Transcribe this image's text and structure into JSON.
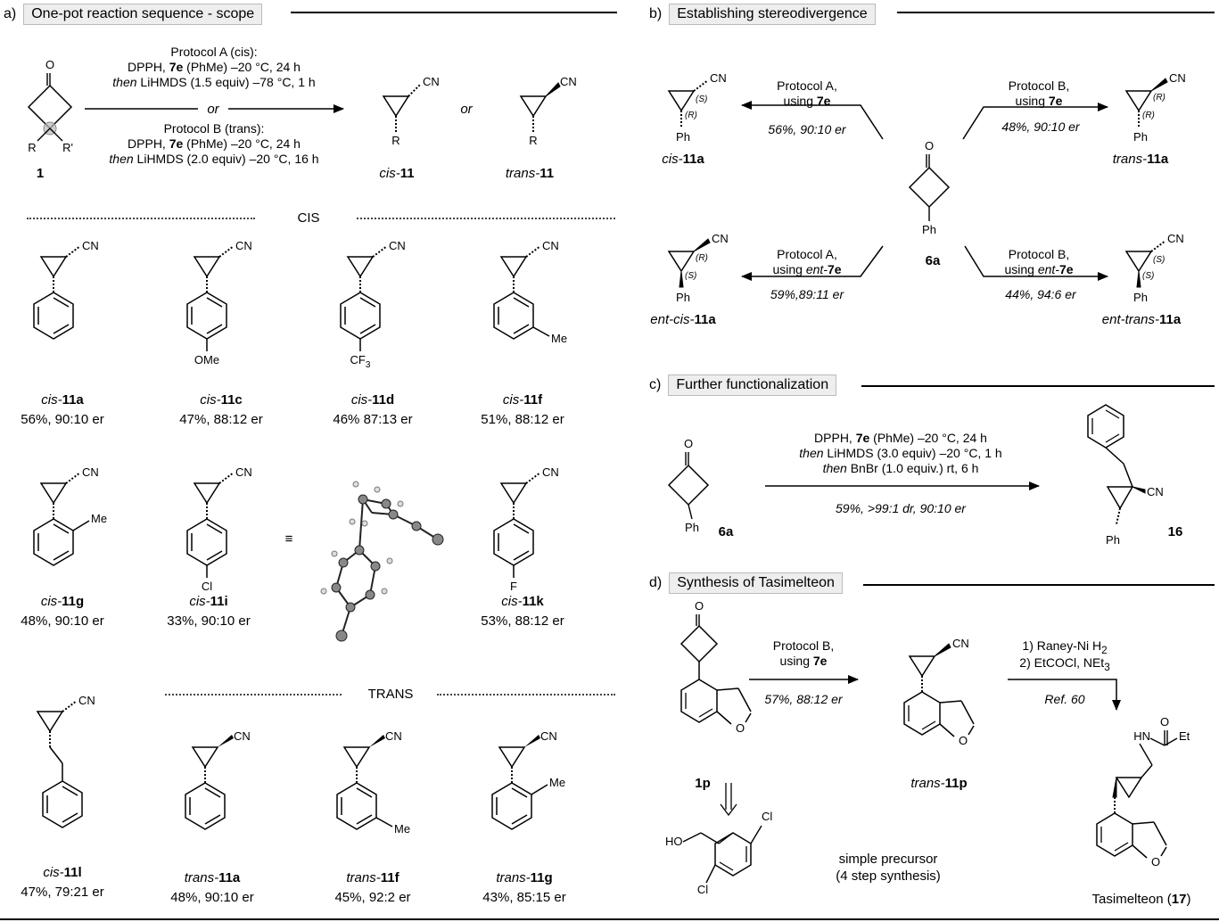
{
  "panel_a": {
    "letter": "a)",
    "title": "One-pot reaction sequence - scope",
    "protocol_a": {
      "title": "Protocol A (cis):",
      "line1_pre": "DPPH, ",
      "line1_bold": "7e",
      "line1_post": " (PhMe) –20 °C, 24 h",
      "line2_it": "then",
      "line2_post": " LiHMDS (1.5 equiv) –78 °C, 1 h"
    },
    "or": "or",
    "protocol_b": {
      "title": "Protocol B (trans):",
      "line1_pre": "DPPH, ",
      "line1_bold": "7e",
      "line1_post": " (PhMe) –20 °C, 24 h",
      "line2_it": "then",
      "line2_post": " LiHMDS (2.0 equiv) –20 °C, 16 h"
    },
    "start_label": "1",
    "cis_label_pre": "cis-",
    "cis_label_num": "11",
    "trans_label_pre": "trans-",
    "trans_label_num": "11",
    "cis_header": "CIS",
    "trans_header": "TRANS",
    "compounds": [
      {
        "pre": "cis-",
        "num": "11a",
        "yield": "56%, 90:10 er"
      },
      {
        "pre": "cis-",
        "num": "11c",
        "yield": "47%, 88:12 er"
      },
      {
        "pre": "cis-",
        "num": "11d",
        "yield": "46% 87:13 er"
      },
      {
        "pre": "cis-",
        "num": "11f",
        "yield": "51%, 88:12 er"
      },
      {
        "pre": "cis-",
        "num": "11g",
        "yield": "48%, 90:10 er"
      },
      {
        "pre": "cis-",
        "num": "11i",
        "yield": "33%, 90:10 er"
      },
      {
        "pre": "cis-",
        "num": "11k",
        "yield": "53%, 88:12 er"
      },
      {
        "pre": "cis-",
        "num": "11l",
        "yield": "47%, 79:21 er"
      },
      {
        "pre": "trans-",
        "num": "11a",
        "yield": "48%, 90:10 er"
      },
      {
        "pre": "trans-",
        "num": "11f",
        "yield": "45%, 92:2 er"
      },
      {
        "pre": "trans-",
        "num": "11g",
        "yield": "43%, 85:15 er"
      }
    ],
    "equiv_symbol": "≡"
  },
  "panel_b": {
    "letter": "b)",
    "title": "Establishing stereodivergence",
    "center_label": "6a",
    "arrows": [
      {
        "l1": "Protocol A,",
        "l2_pre": "using ",
        "l2_b": "7e",
        "l2_it": "",
        "res": "56%, 90:10 er"
      },
      {
        "l1": "Protocol B,",
        "l2_pre": "using ",
        "l2_b": "7e",
        "l2_it": "",
        "res": "48%, 90:10 er"
      },
      {
        "l1": "Protocol A,",
        "l2_pre": "using ",
        "l2_b": "7e",
        "l2_it": "ent-",
        "res": "59%,89:11 er"
      },
      {
        "l1": "Protocol B,",
        "l2_pre": "using ",
        "l2_b": "7e",
        "l2_it": "ent-",
        "res": "44%, 94:6 er"
      }
    ],
    "products": [
      {
        "pre": "cis-",
        "num": "11a"
      },
      {
        "pre": "trans-",
        "num": "11a"
      },
      {
        "pre": "ent-cis-",
        "num": "11a"
      },
      {
        "pre": "ent-trans-",
        "num": "11a"
      }
    ]
  },
  "panel_c": {
    "letter": "c)",
    "title": "Further functionalization",
    "line1_pre": "DPPH, ",
    "line1_b": "7e",
    "line1_post": " (PhMe) –20 °C, 24 h",
    "line2_it": "then",
    "line2_post": " LiHMDS (3.0 equiv) –20 °C, 1 h",
    "line3_it": "then",
    "line3_post": " BnBr (1.0 equiv.) rt, 6 h",
    "result": "59%, >99:1 dr, 90:10 er",
    "start_label": "6a",
    "product_label": "16"
  },
  "panel_d": {
    "letter": "d)",
    "title": "Synthesis of Tasimelteon",
    "step1_l1": "Protocol B,",
    "step1_l2_pre": "using ",
    "step1_l2_b": "7e",
    "step1_res": "57%, 88:12 er",
    "step2_l1": "1) Raney-Ni H",
    "step2_l1_sub": "2",
    "step2_l2": "2) EtCOCl, NEt",
    "step2_l2_sub": "3",
    "step2_ref": "Ref. 60",
    "start_label": "1p",
    "inter_pre": "trans-",
    "inter_num": "11p",
    "final_name": "Tasimelteon (",
    "final_num": "17",
    "final_close": ")",
    "precursor_l1": "simple precursor",
    "precursor_l2": "(4 step synthesis)"
  },
  "atoms": {
    "O": "O",
    "CN": "CN",
    "R": "R",
    "Rp": "R'",
    "Ph": "Ph",
    "OMe": "OMe",
    "CF": "CF",
    "three": "3",
    "Me": "Me",
    "Cl": "Cl",
    "F": "F",
    "HO": "HO",
    "HN": "HN",
    "Et": "Et",
    "S": "(S)",
    "Rs": "(R)"
  }
}
